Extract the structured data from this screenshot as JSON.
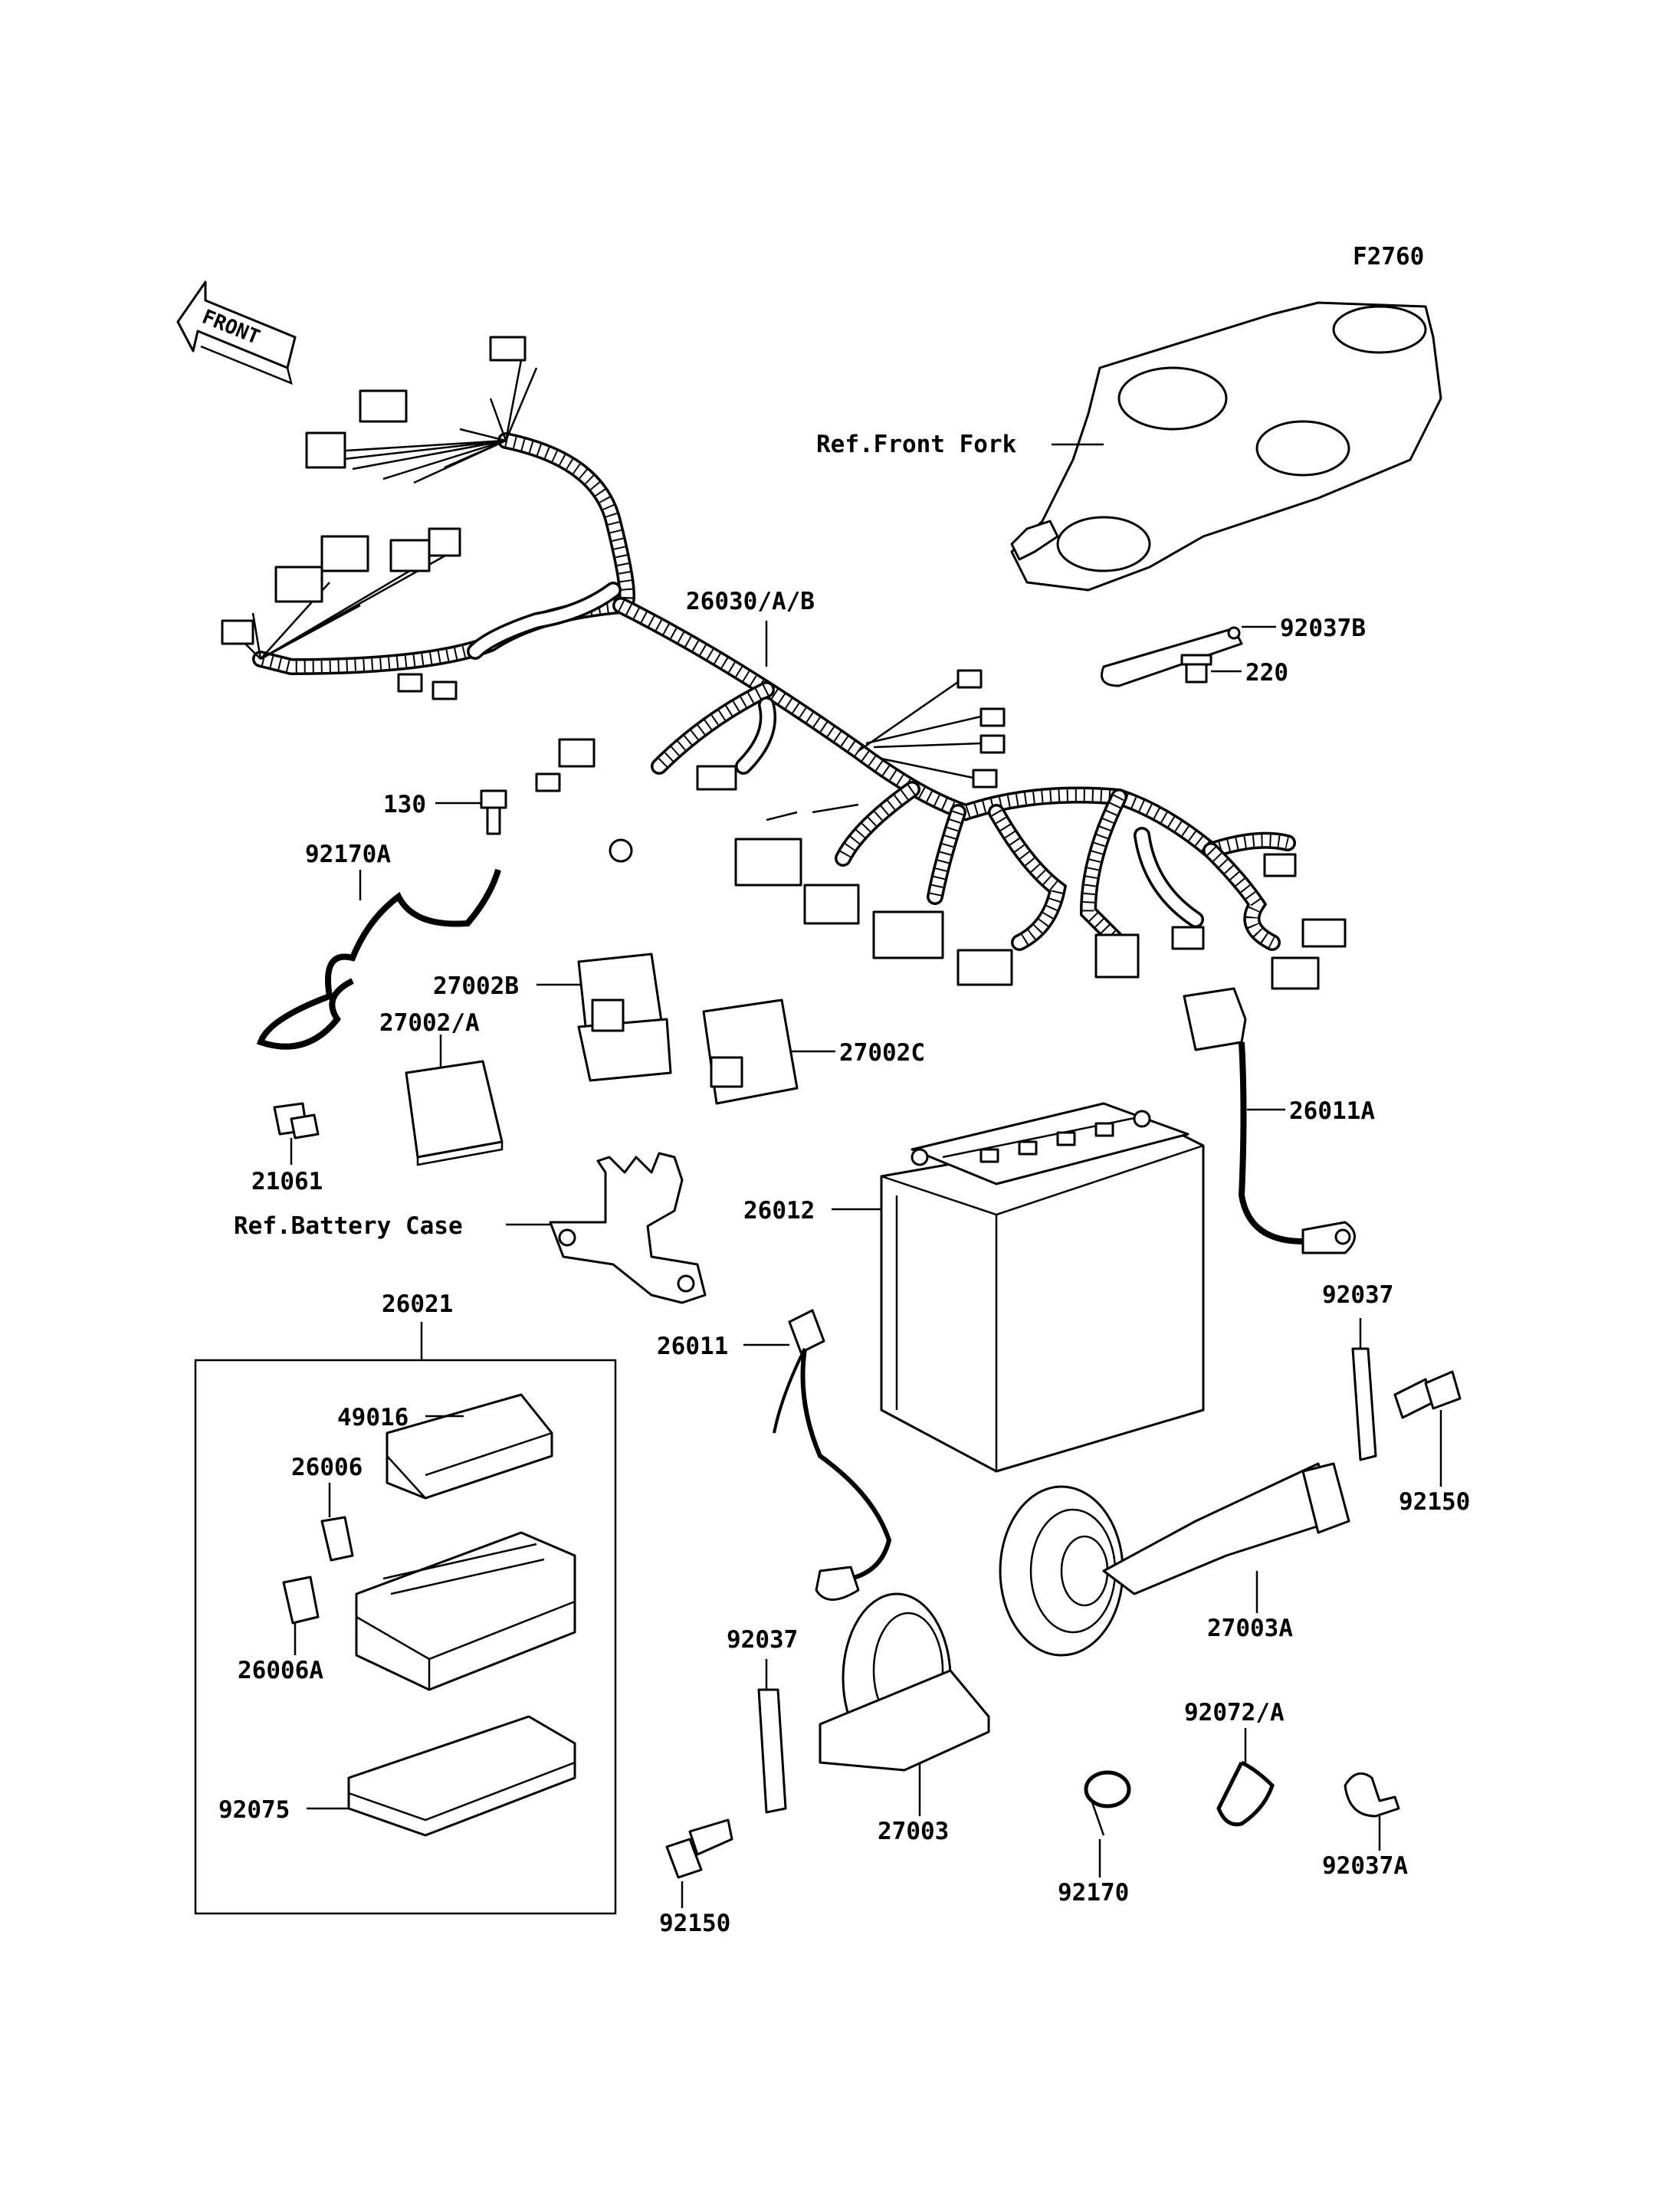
{
  "figure_code": "F2760",
  "front_arrow": "FRONT",
  "labels": {
    "ref_front_fork": "Ref.Front Fork",
    "p26030": "26030/A/B",
    "p92037B": "92037B",
    "p220": "220",
    "p130": "130",
    "p92170A": "92170A",
    "p27002B": "27002B",
    "p27002A": "27002/A",
    "p27002C": "27002C",
    "p26011A": "26011A",
    "p21061": "21061",
    "ref_battery_case": "Ref.Battery Case",
    "p26012": "26012",
    "p26021": "26021",
    "p26011": "26011",
    "p92037_right": "92037",
    "p49016": "49016",
    "p26006": "26006",
    "p92150_right": "92150",
    "p26006A": "26006A",
    "p27003A": "27003A",
    "p92037_left": "92037",
    "p92072A": "92072/A",
    "p92075": "92075",
    "p27003": "27003",
    "p92170": "92170",
    "p92037A": "92037A",
    "p92150_left": "92150"
  }
}
